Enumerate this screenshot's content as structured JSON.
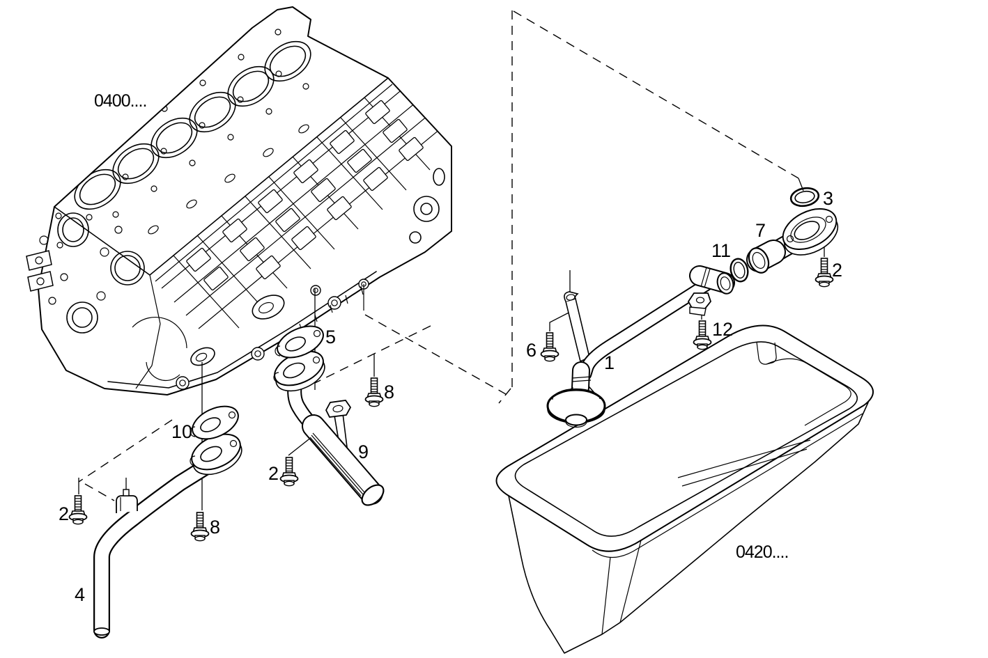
{
  "diagram": {
    "type": "exploded-parts-diagram",
    "subject": "engine oil suction pipes between crankcase and oil sump",
    "area_labels": [
      {
        "label": "0400....",
        "target": "engine-block"
      },
      {
        "label": "0420....",
        "target": "oil-pan"
      }
    ],
    "callouts": [
      {
        "label": "3"
      },
      {
        "label": "7"
      },
      {
        "label": "11"
      },
      {
        "label": "2"
      },
      {
        "label": "12"
      },
      {
        "label": "6"
      },
      {
        "label": "1"
      },
      {
        "label": "5"
      },
      {
        "label": "8"
      },
      {
        "label": "9"
      },
      {
        "label": "2"
      },
      {
        "label": "10"
      },
      {
        "label": "2"
      },
      {
        "label": "8"
      },
      {
        "label": "4"
      }
    ]
  }
}
